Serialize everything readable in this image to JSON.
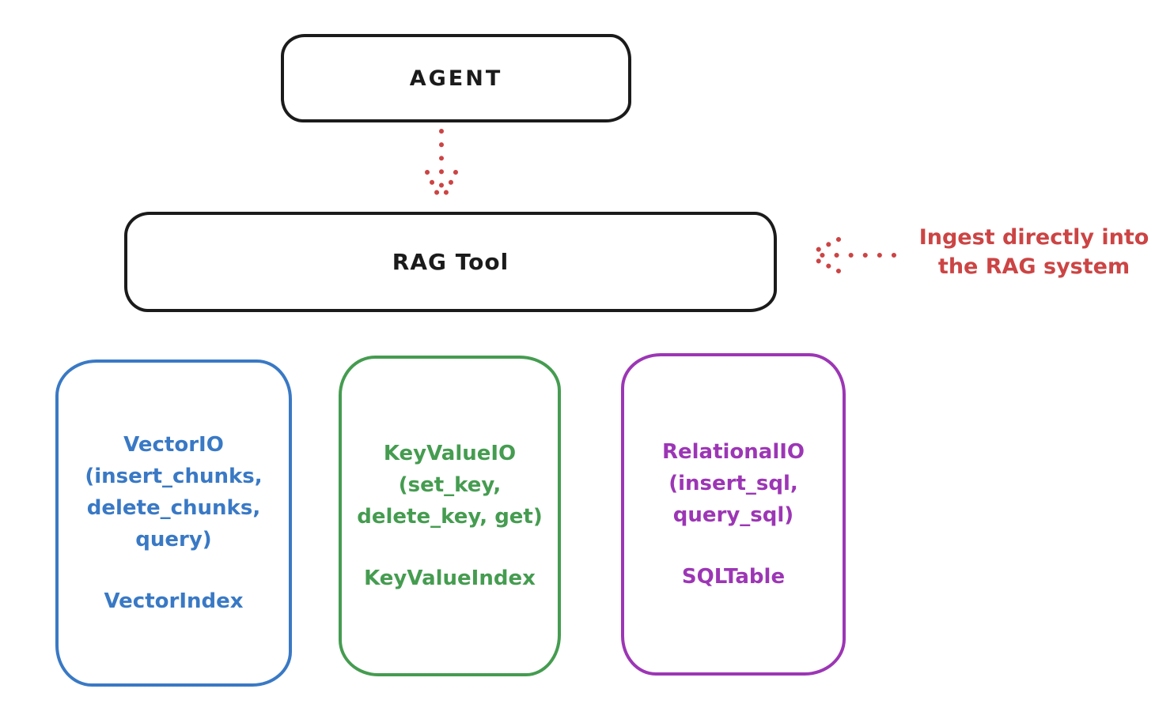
{
  "colors": {
    "ink": "#1b1b1b",
    "red": "#cc4444",
    "blue": "#3979c5",
    "green": "#459c50",
    "purple": "#9c36b5",
    "background": "#ffffff"
  },
  "nodes": {
    "agent": {
      "label": "AGENT"
    },
    "rag_tool": {
      "label": "RAG Tool"
    },
    "vector_io": {
      "title": "VectorIO",
      "methods": [
        "(insert_chunks,",
        "delete_chunks,",
        "query)"
      ],
      "index": "VectorIndex",
      "color": "#3979c5"
    },
    "key_value_io": {
      "title": "KeyValueIO",
      "methods": [
        "(set_key,",
        "delete_key, get)"
      ],
      "index": "KeyValueIndex",
      "color": "#459c50"
    },
    "relational_io": {
      "title": "RelationalIO",
      "methods": [
        "(insert_sql,",
        "query_sql)"
      ],
      "index": "SQLTable",
      "color": "#9c36b5"
    }
  },
  "annotation": {
    "line1": "Ingest directly into",
    "line2": "the RAG system",
    "color": "#cc4444"
  },
  "connectors": {
    "agent_to_rag": "dotted-arrow-down",
    "ingest_to_rag": "dotted-arrow-left"
  }
}
